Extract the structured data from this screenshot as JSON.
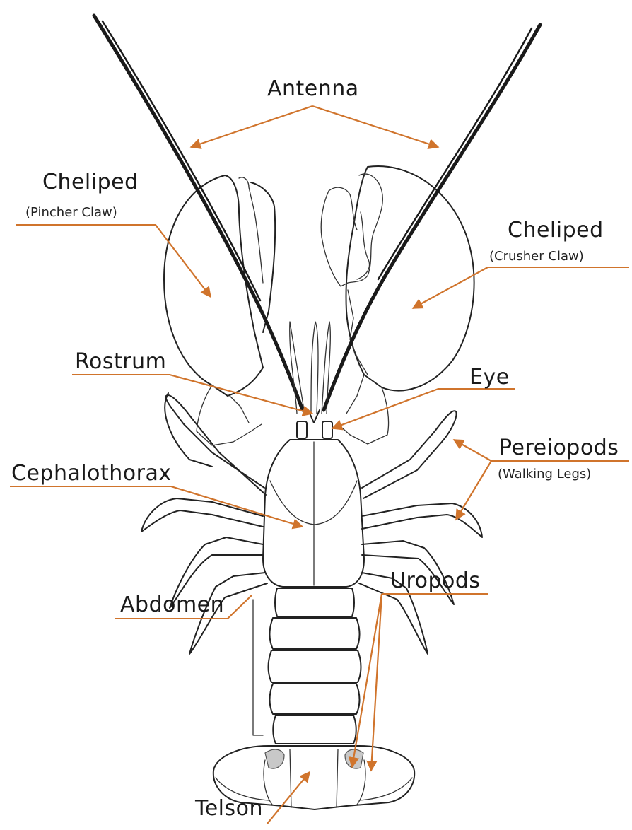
{
  "labels": {
    "antenna": "Antenna",
    "cheliped_left": "Cheliped",
    "cheliped_left_sub": "(Pincher Claw)",
    "cheliped_right": "Cheliped",
    "cheliped_right_sub": "(Crusher Claw)",
    "rostrum": "Rostrum",
    "eye": "Eye",
    "cephalothorax": "Cephalothorax",
    "pereiopods": "Pereiopods",
    "pereiopods_sub": "(Walking Legs)",
    "abdomen": "Abdomen",
    "uropods": "Uropods",
    "telson": "Telson"
  },
  "colors": {
    "leader": "#d0742c",
    "outline": "#222222",
    "shade": "#c8c8c8"
  }
}
